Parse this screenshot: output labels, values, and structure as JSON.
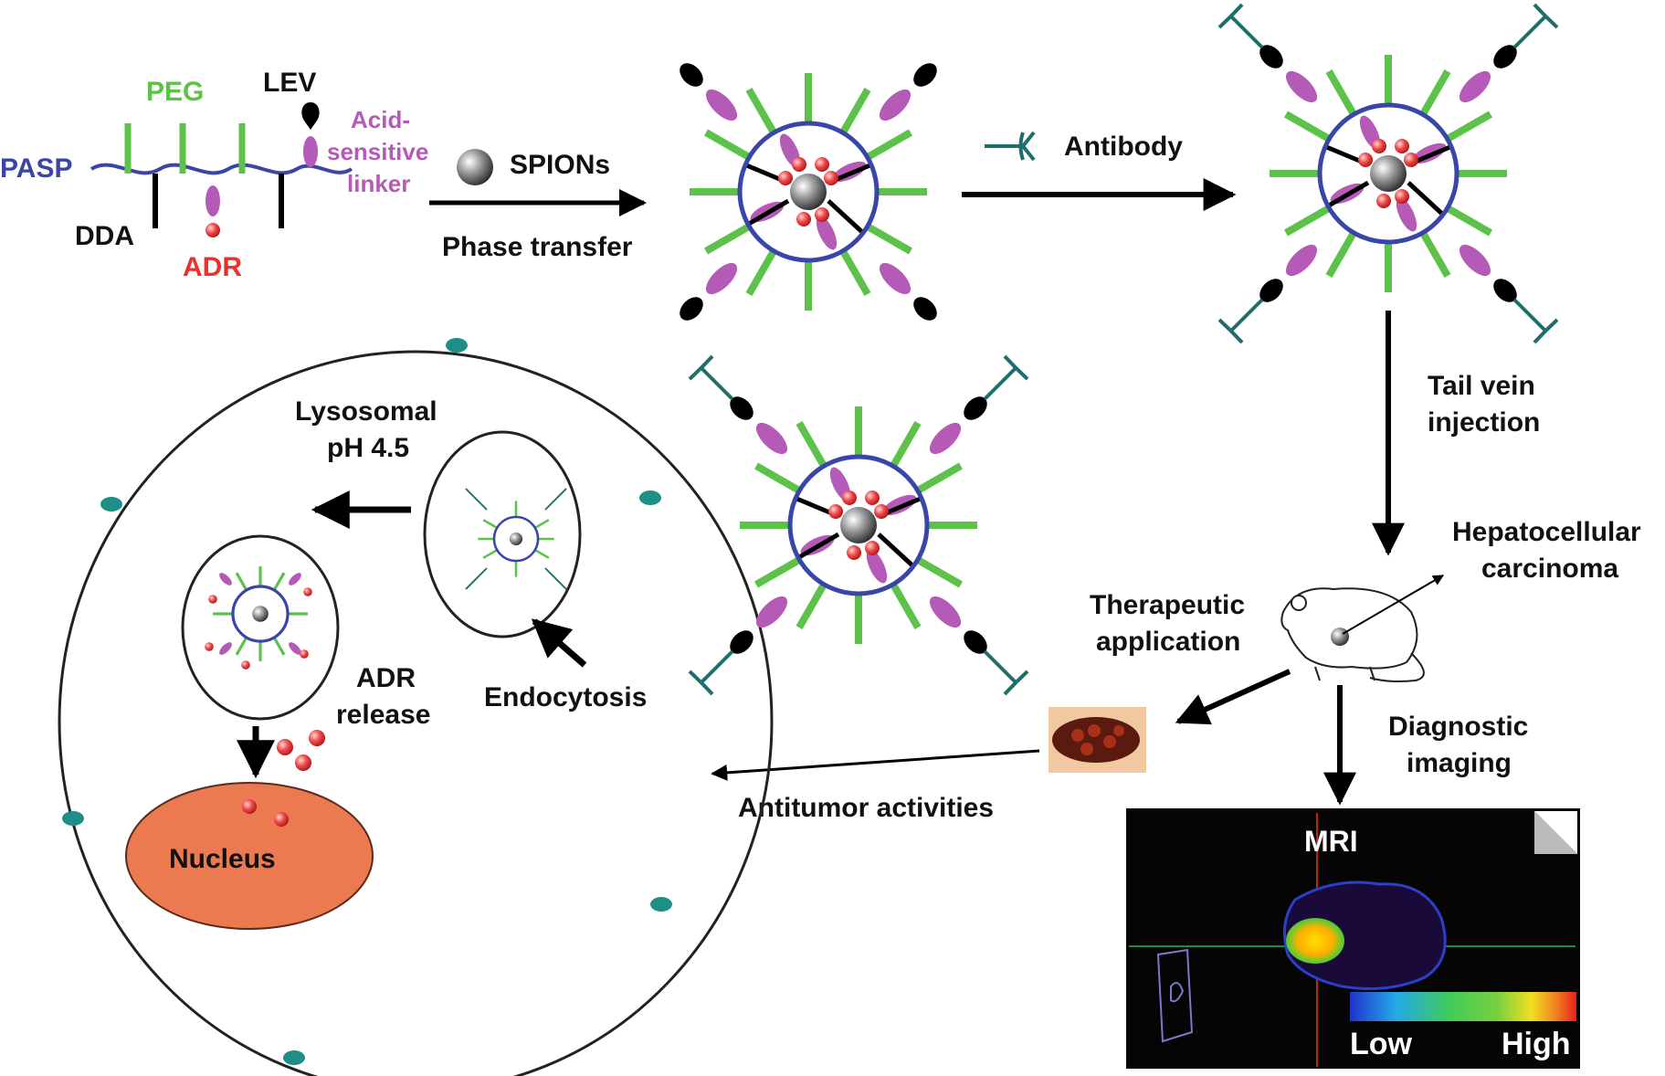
{
  "polymer": {
    "pasp": "PASP",
    "peg": "PEG",
    "lev": "LEV",
    "linker_line1": "Acid-",
    "linker_line2": "sensitive",
    "linker_line3": "linker",
    "dda": "DDA",
    "adr": "ADR"
  },
  "steps": {
    "spions": "SPIONs",
    "phase_transfer": "Phase transfer",
    "antibody": "Antibody",
    "tail_vein_line1": "Tail vein",
    "tail_vein_line2": "injection",
    "hcc_line1": "Hepatocellular",
    "hcc_line2": "carcinoma",
    "therapeutic_line1": "Therapeutic",
    "therapeutic_line2": "application",
    "diagnostic_line1": "Diagnostic",
    "diagnostic_line2": "imaging",
    "antitumor": "Antitumor activities",
    "endocytosis": "Endocytosis",
    "lysosomal_line1": "Lysosomal",
    "lysosomal_line2": "pH 4.5",
    "adr_release_line1": "ADR",
    "adr_release_line2": "release",
    "nucleus": "Nucleus"
  },
  "mri": {
    "title": "MRI",
    "scale_low": "Low",
    "scale_high": "High"
  },
  "colors": {
    "pasp": "#3a45a8",
    "peg": "#5cc24a",
    "linker": "#b65ab8",
    "adr": "#e8322e",
    "nucleus": "#ec7a50",
    "cell_dot": "#1e8f86",
    "antibody": "#1e6f6a"
  }
}
